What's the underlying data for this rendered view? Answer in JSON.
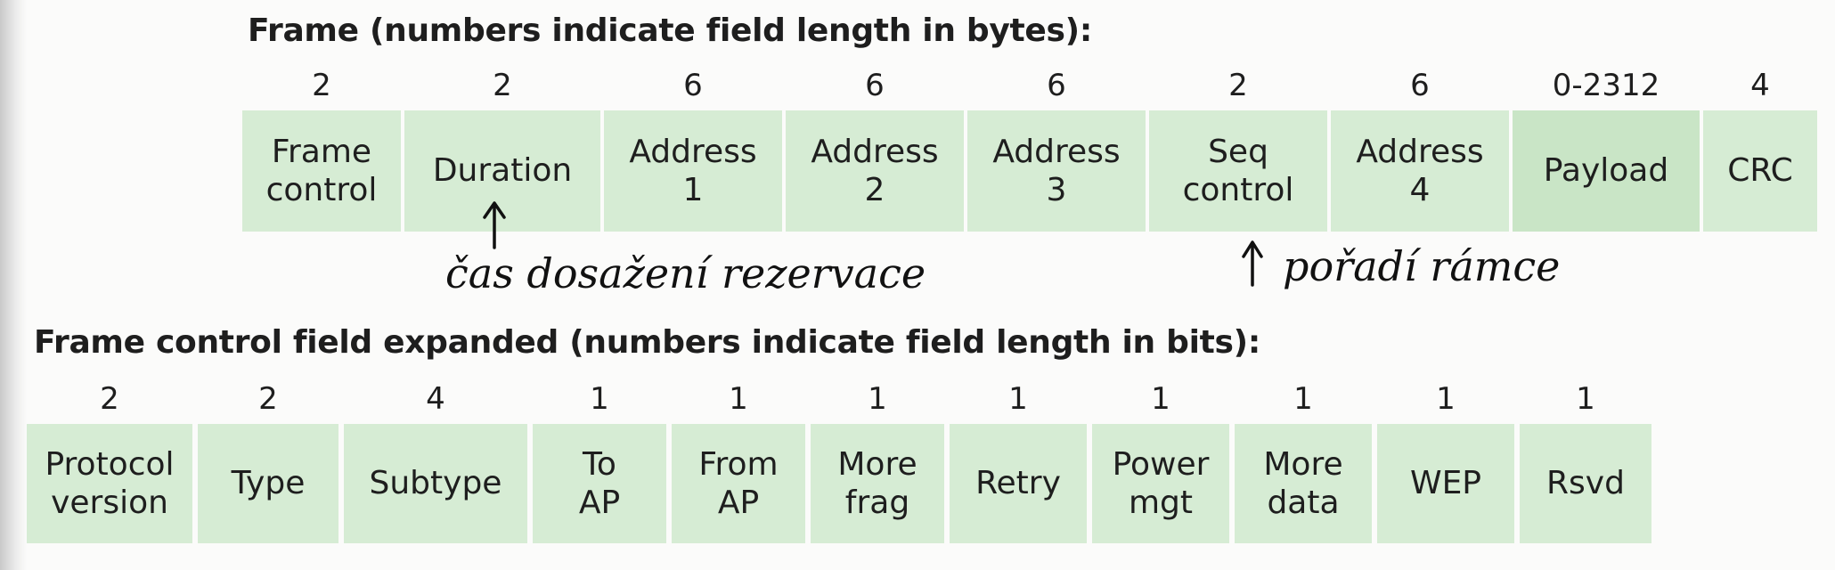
{
  "frame": {
    "title": "Frame (numbers indicate field length in bytes):",
    "fields": [
      {
        "length": "2",
        "label": "Frame\ncontrol"
      },
      {
        "length": "2",
        "label": "Duration"
      },
      {
        "length": "6",
        "label": "Address\n1"
      },
      {
        "length": "6",
        "label": "Address\n2"
      },
      {
        "length": "6",
        "label": "Address\n3"
      },
      {
        "length": "2",
        "label": "Seq\ncontrol"
      },
      {
        "length": "6",
        "label": "Address\n4"
      },
      {
        "length": "0-2312",
        "label": "Payload"
      },
      {
        "length": "4",
        "label": "CRC"
      }
    ]
  },
  "annotations": {
    "duration_note": "čas dosažení rezervace",
    "seq_note": "pořadí rámce"
  },
  "frame_control": {
    "title": "Frame control field expanded (numbers indicate field length in bits):",
    "fields": [
      {
        "length": "2",
        "label": "Protocol\nversion"
      },
      {
        "length": "2",
        "label": "Type"
      },
      {
        "length": "4",
        "label": "Subtype"
      },
      {
        "length": "1",
        "label": "To\nAP"
      },
      {
        "length": "1",
        "label": "From\nAP"
      },
      {
        "length": "1",
        "label": "More\nfrag"
      },
      {
        "length": "1",
        "label": "Retry"
      },
      {
        "length": "1",
        "label": "Power\nmgt"
      },
      {
        "length": "1",
        "label": "More\ndata"
      },
      {
        "length": "1",
        "label": "WEP"
      },
      {
        "length": "1",
        "label": "Rsvd"
      }
    ]
  },
  "colors": {
    "cell_fill": "#d6ecd4",
    "payload_fill": "#c9e5c6",
    "text": "#1e1e1e"
  }
}
